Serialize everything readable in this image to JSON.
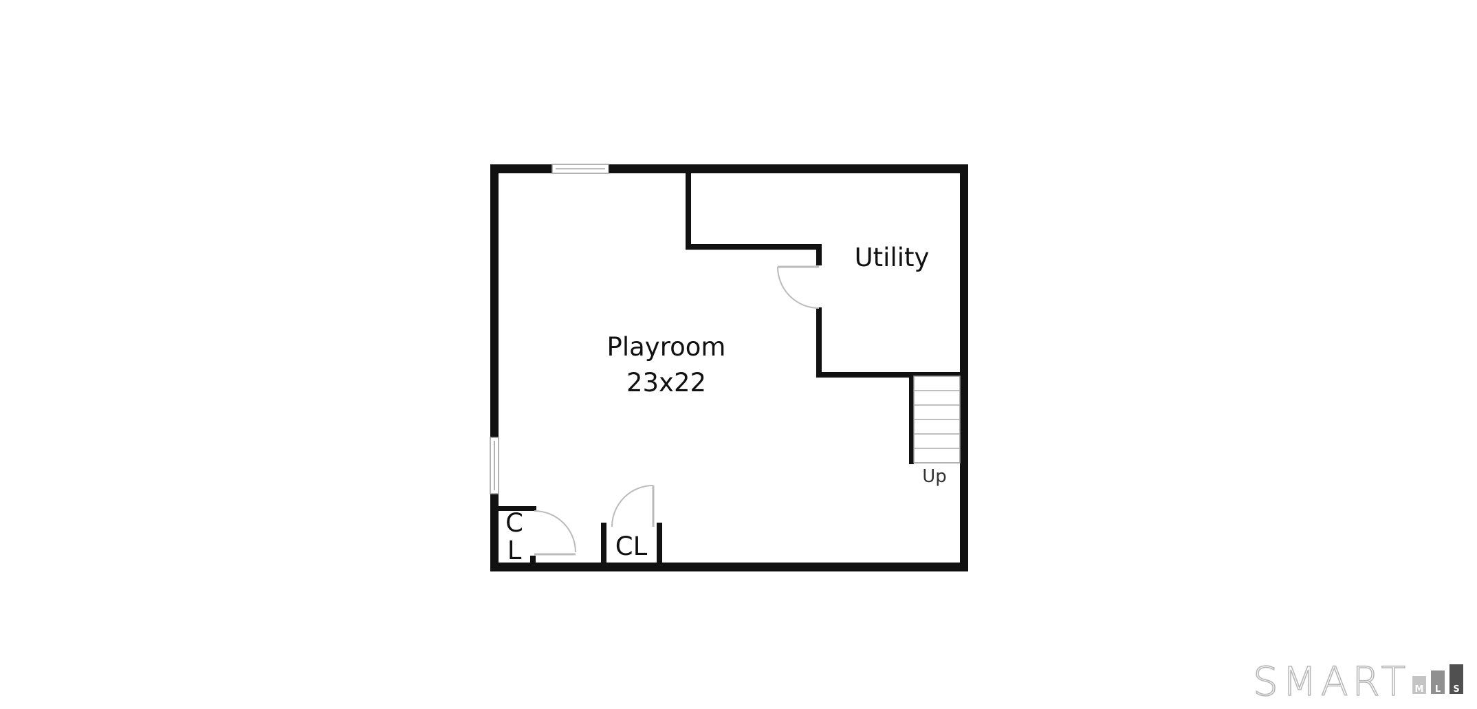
{
  "rooms": {
    "playroom": {
      "name": "Playroom",
      "dimensions": "23x22"
    },
    "utility": {
      "name": "Utility"
    },
    "closet_left_line1": "C",
    "closet_left_line2": "L",
    "closet_right": "CL"
  },
  "stairs": {
    "label": "Up"
  },
  "logo": {
    "wordmark": "SMART",
    "letters": [
      "M",
      "L",
      "S"
    ]
  },
  "colors": {
    "wall": "#111111",
    "background": "#ffffff",
    "fixture": "#bbbbbb",
    "logo": "#b8b8b8"
  }
}
